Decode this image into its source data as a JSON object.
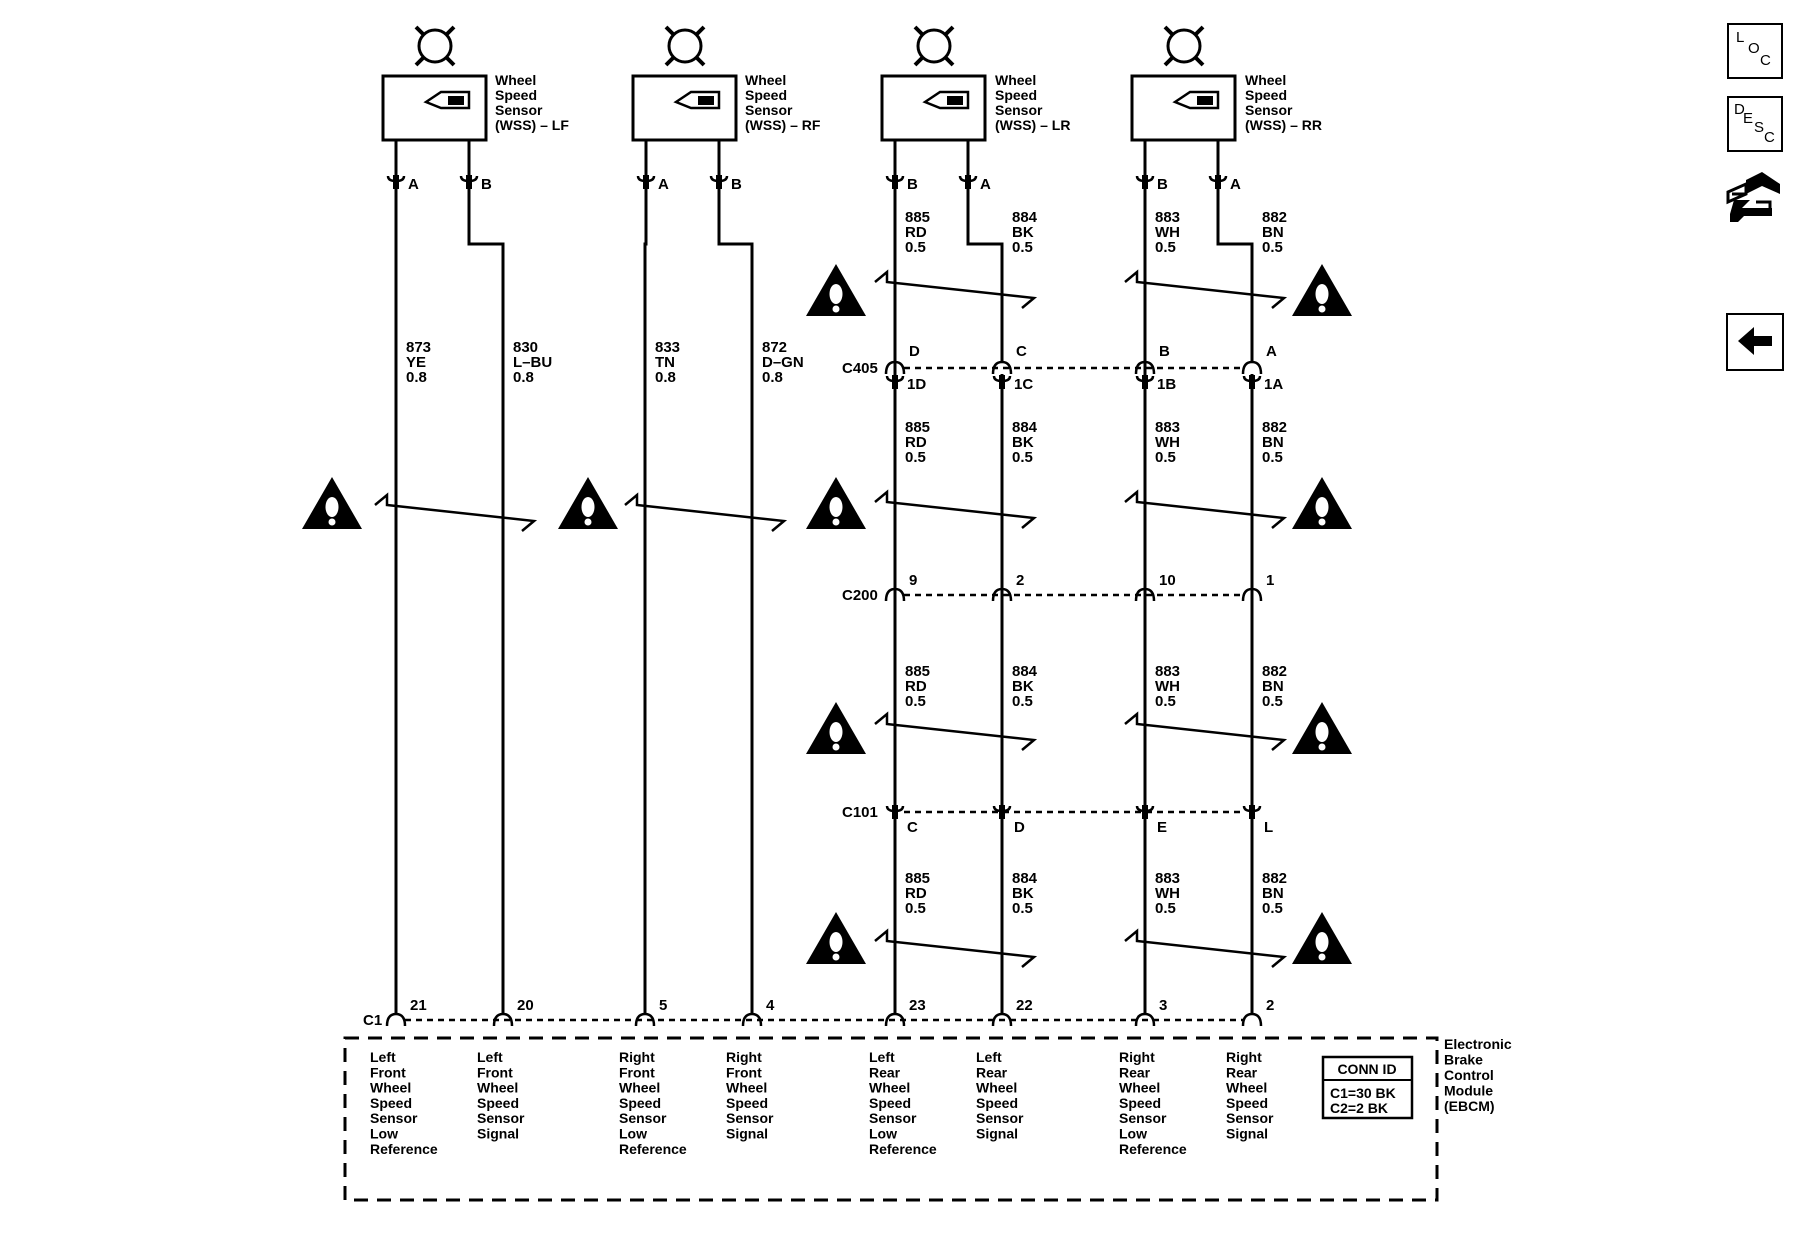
{
  "nav": {
    "loc": [
      "L",
      "O",
      "C"
    ],
    "desc": [
      "D",
      "E",
      "S",
      "C"
    ]
  },
  "sensors": [
    {
      "id": "lf",
      "label": [
        "Wheel",
        "Speed",
        "Sensor",
        "(WSS) – LF"
      ]
    },
    {
      "id": "rf",
      "label": [
        "Wheel",
        "Speed",
        "Sensor",
        "(WSS) – RF"
      ]
    },
    {
      "id": "lr",
      "label": [
        "Wheel",
        "Speed",
        "Sensor",
        "(WSS) – LR"
      ]
    },
    {
      "id": "rr",
      "label": [
        "Wheel",
        "Speed",
        "Sensor",
        "(WSS) – RR"
      ]
    }
  ],
  "wires": [
    {
      "id": "lf_low",
      "sensor_pin": "A",
      "segments": [
        [
          "873",
          "YE",
          "0.8"
        ]
      ],
      "c405": null,
      "c200": null,
      "c101": null,
      "ebcm_pin": "21",
      "ebcm_label": [
        "Left",
        "Front",
        "Wheel",
        "Speed",
        "Sensor",
        "Low",
        "Reference"
      ]
    },
    {
      "id": "lf_sig",
      "sensor_pin": "B",
      "segments": [
        [
          "830",
          "L–BU",
          "0.8"
        ]
      ],
      "c405": null,
      "c200": null,
      "c101": null,
      "ebcm_pin": "20",
      "ebcm_label": [
        "Left",
        "Front",
        "Wheel",
        "Speed",
        "Sensor",
        "Signal"
      ]
    },
    {
      "id": "rf_low",
      "sensor_pin": "A",
      "segments": [
        [
          "833",
          "TN",
          "0.8"
        ]
      ],
      "c405": null,
      "c200": null,
      "c101": null,
      "ebcm_pin": "5",
      "ebcm_label": [
        "Right",
        "Front",
        "Wheel",
        "Speed",
        "Sensor",
        "Low",
        "Reference"
      ]
    },
    {
      "id": "rf_sig",
      "sensor_pin": "B",
      "segments": [
        [
          "872",
          "D–GN",
          "0.8"
        ]
      ],
      "c405": null,
      "c200": null,
      "c101": null,
      "ebcm_pin": "4",
      "ebcm_label": [
        "Right",
        "Front",
        "Wheel",
        "Speed",
        "Sensor",
        "Signal"
      ]
    },
    {
      "id": "lr_low",
      "sensor_pin": "B",
      "segments": [
        [
          "885",
          "RD",
          "0.5"
        ],
        [
          "885",
          "RD",
          "0.5"
        ],
        [
          "885",
          "RD",
          "0.5"
        ],
        [
          "885",
          "RD",
          "0.5"
        ]
      ],
      "c405": [
        "D",
        "1D"
      ],
      "c200": "9",
      "c101": "C",
      "ebcm_pin": "23",
      "ebcm_label": [
        "Left",
        "Rear",
        "Wheel",
        "Speed",
        "Sensor",
        "Low",
        "Reference"
      ]
    },
    {
      "id": "lr_sig",
      "sensor_pin": "A",
      "segments": [
        [
          "884",
          "BK",
          "0.5"
        ],
        [
          "884",
          "BK",
          "0.5"
        ],
        [
          "884",
          "BK",
          "0.5"
        ],
        [
          "884",
          "BK",
          "0.5"
        ]
      ],
      "c405": [
        "C",
        "1C"
      ],
      "c200": "2",
      "c101": "D",
      "ebcm_pin": "22",
      "ebcm_label": [
        "Left",
        "Rear",
        "Wheel",
        "Speed",
        "Sensor",
        "Signal"
      ]
    },
    {
      "id": "rr_low",
      "sensor_pin": "B",
      "segments": [
        [
          "883",
          "WH",
          "0.5"
        ],
        [
          "883",
          "WH",
          "0.5"
        ],
        [
          "883",
          "WH",
          "0.5"
        ],
        [
          "883",
          "WH",
          "0.5"
        ]
      ],
      "c405": [
        "B",
        "1B"
      ],
      "c200": "10",
      "c101": "E",
      "ebcm_pin": "3",
      "ebcm_label": [
        "Right",
        "Rear",
        "Wheel",
        "Speed",
        "Sensor",
        "Low",
        "Reference"
      ]
    },
    {
      "id": "rr_sig",
      "sensor_pin": "A",
      "segments": [
        [
          "882",
          "BN",
          "0.5"
        ],
        [
          "882",
          "BN",
          "0.5"
        ],
        [
          "882",
          "BN",
          "0.5"
        ],
        [
          "882",
          "BN",
          "0.5"
        ]
      ],
      "c405": [
        "A",
        "1A"
      ],
      "c200": "1",
      "c101": "L",
      "ebcm_pin": "2",
      "ebcm_label": [
        "Right",
        "Rear",
        "Wheel",
        "Speed",
        "Sensor",
        "Signal"
      ]
    }
  ],
  "connectors": {
    "c405": "C405",
    "c200": "C200",
    "c101": "C101",
    "c1": "C1"
  },
  "module": {
    "label": [
      "Electronic",
      "Brake",
      "Control",
      "Module",
      "(EBCM)"
    ],
    "conn_id_title": "CONN ID",
    "conn_id_rows": [
      "C1=30 BK",
      "C2=2 BK"
    ]
  },
  "warning_glyph": "!"
}
